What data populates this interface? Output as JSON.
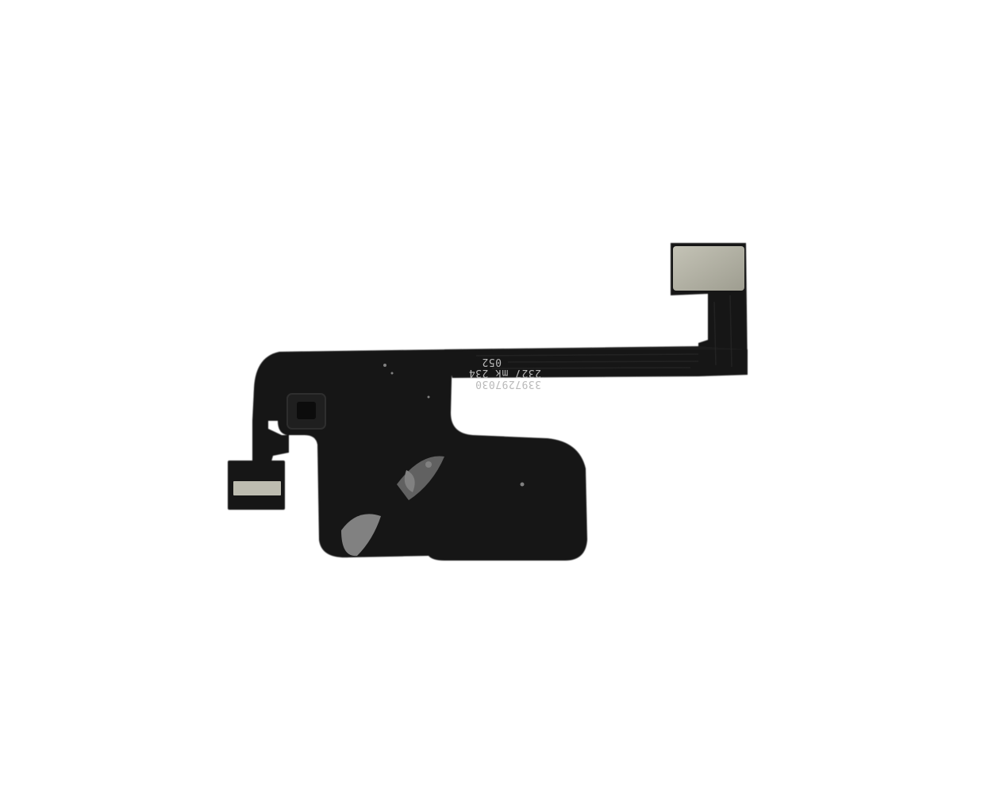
{
  "product_photo": {
    "subject": "flex-cable-assembly",
    "background_color": "#ffffff",
    "body_color": "#141414",
    "contact_pad_color": "#b3b2a4",
    "imprint_lines": [
      "3397297030",
      "2327 mk 234",
      "052"
    ]
  }
}
